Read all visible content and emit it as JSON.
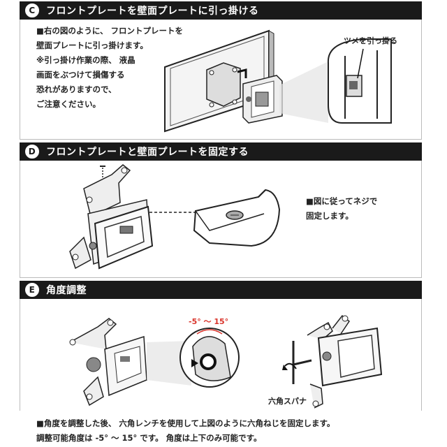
{
  "sections": [
    {
      "badge": "C",
      "title": "フロントプレートを壁面プレートに引っ掛ける",
      "lines": [
        "■右の図のように、 フロントプレートを",
        "壁面プレートに引っ掛けます。",
        "※引っ掛け作業の際、 液晶",
        "画面をぶつけて損傷する",
        "恐れがありますので、",
        "ご注意ください。"
      ],
      "callout": "ツメを引っ掛る"
    },
    {
      "badge": "D",
      "title": "フロントプレートと壁面プレートを固定する",
      "lines": [
        "■図に従ってネジで",
        "固定します。"
      ]
    },
    {
      "badge": "E",
      "title": "角度調整",
      "angle_label": "-5° 〜 15°",
      "tool_label": "六角スパナ",
      "lines": [
        "■角度を調整した後、 六角レンチを使用して上図のように六角ねじを固定します。",
        "調整可能角度は -5° 〜 15° です。 角度は上下のみ可能です。"
      ]
    }
  ],
  "colors": {
    "header_bg": "#1a1a1a",
    "accent_red": "#d9342b"
  }
}
